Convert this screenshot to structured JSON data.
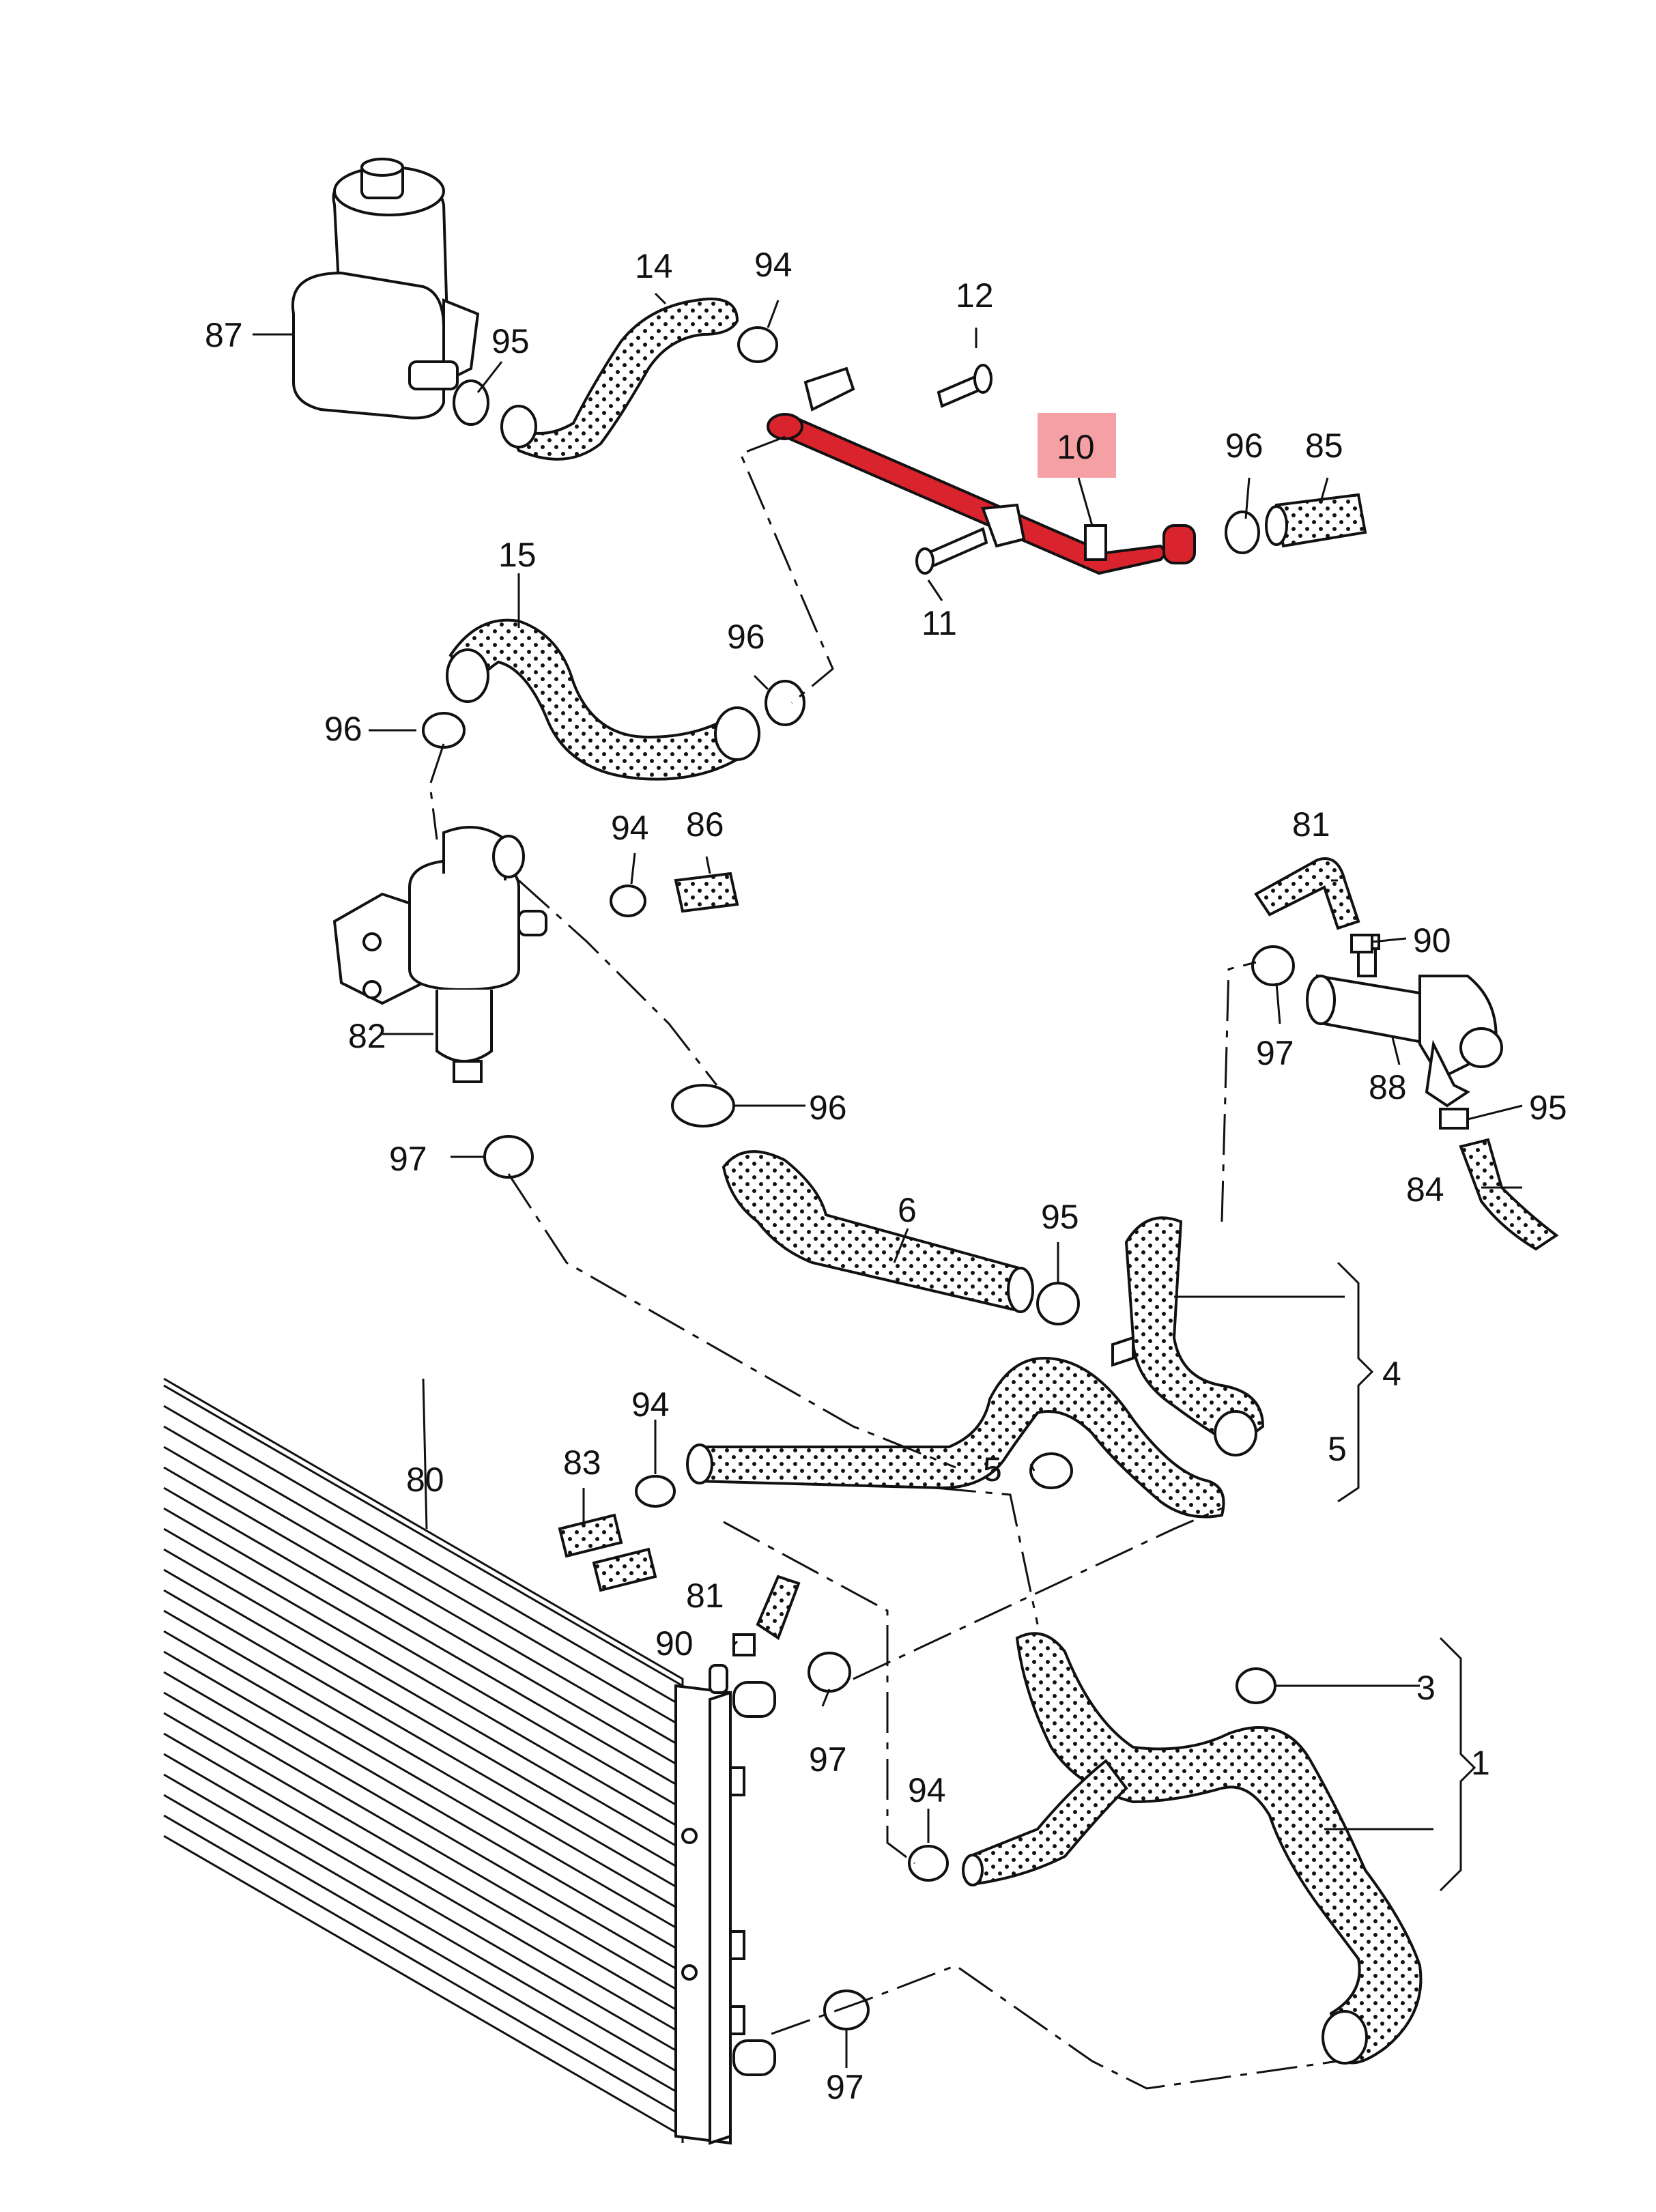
{
  "diagram": {
    "labels": {
      "p1": "1",
      "p3": "3",
      "p4": "4",
      "p5a": "5",
      "p5b": "5",
      "p6": "6",
      "p10": "10",
      "p11": "11",
      "p12": "12",
      "p14": "14",
      "p15": "15",
      "p80": "80",
      "p81a": "81",
      "p81b": "81",
      "p82": "82",
      "p83": "83",
      "p84": "84",
      "p85": "85",
      "p86": "86",
      "p87": "87",
      "p88": "88",
      "p90a": "90",
      "p90b": "90",
      "p94a": "94",
      "p94b": "94",
      "p94c": "94",
      "p94d": "94",
      "p95a": "95",
      "p95b": "95",
      "p95c": "95",
      "p96a": "96",
      "p96b": "96",
      "p96c": "96",
      "p96d": "96",
      "p97a": "97",
      "p97b": "97",
      "p97c": "97",
      "p97d": "97"
    },
    "colors": {
      "highlight_part": "#d9232d",
      "highlight_box": "#f4a0a4",
      "line": "#111111"
    }
  }
}
